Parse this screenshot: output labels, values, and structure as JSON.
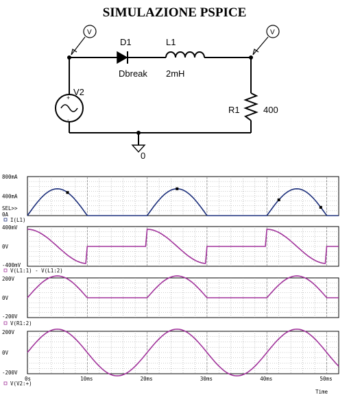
{
  "title": "SIMULAZIONE PSPICE",
  "schematic": {
    "diode": {
      "ref": "D1",
      "model": "Dbreak"
    },
    "inductor": {
      "ref": "L1",
      "value": "2mH"
    },
    "resistor": {
      "ref": "R1",
      "value": "400"
    },
    "source": {
      "ref": "V2"
    },
    "ground": {
      "label": "0"
    },
    "probe_symbol": "V"
  },
  "plot": {
    "x_tick_labels": [
      "0s",
      "10ms",
      "20ms",
      "30ms",
      "40ms",
      "50ms"
    ],
    "x_axis_label": "Time",
    "colors": {
      "trace1": "#1a2d7a",
      "trace_other": "#a0319a",
      "grid": "#9a9a9a"
    }
  },
  "chart_data": [
    {
      "type": "line",
      "trace": "I(L1)",
      "legend": "I(L1)",
      "ytick_labels": [
        "800mA",
        "400mA",
        "SEL>>",
        "0A"
      ],
      "ylim": [
        0,
        800
      ],
      "y_unit": "mA",
      "series": [
        {
          "x_ms": [
            0,
            5,
            10,
            20,
            25,
            30,
            40,
            45,
            50
          ],
          "values": [
            0,
            550,
            0,
            0,
            550,
            0,
            0,
            550,
            0
          ],
          "note_shape": "half sine on positive half cycles, zero otherwise"
        }
      ]
    },
    {
      "type": "line",
      "trace": "V(L1:1) - V(L1:2)",
      "legend": "V(L1:1) - V(L1:2)",
      "ytick_labels": [
        "400mV",
        "0V",
        "-400mV"
      ],
      "ylim": [
        -400,
        400
      ],
      "y_unit": "mV",
      "series": [
        {
          "x_ms": [
            0,
            5,
            10,
            10,
            20,
            20,
            25,
            30,
            30,
            40,
            40,
            45,
            50,
            50,
            52
          ],
          "values": [
            345,
            0,
            -345,
            0,
            0,
            345,
            0,
            -345,
            0,
            0,
            345,
            0,
            -345,
            0,
            0
          ]
        }
      ]
    },
    {
      "type": "line",
      "trace": "V(R1:2)",
      "legend": "V(R1:2)",
      "ytick_labels": [
        "200V",
        "0V",
        "-200V"
      ],
      "ylim": [
        -200,
        200
      ],
      "y_unit": "V",
      "series": [
        {
          "x_ms": [
            0,
            5,
            10,
            20,
            25,
            30,
            40,
            45,
            50,
            52
          ],
          "values": [
            0,
            220,
            0,
            0,
            220,
            0,
            0,
            220,
            0,
            0
          ]
        }
      ]
    },
    {
      "type": "line",
      "trace": "V(V2:+)",
      "legend": "V(V2:+)",
      "ytick_labels": [
        "200V",
        "0V",
        "-200V"
      ],
      "ylim": [
        -200,
        200
      ],
      "y_unit": "V",
      "series": [
        {
          "x_ms": [
            0,
            5,
            10,
            15,
            20,
            25,
            30,
            35,
            40,
            45,
            50,
            52
          ],
          "values": [
            0,
            220,
            0,
            -220,
            0,
            220,
            0,
            -220,
            0,
            220,
            0,
            -120
          ]
        }
      ]
    }
  ]
}
